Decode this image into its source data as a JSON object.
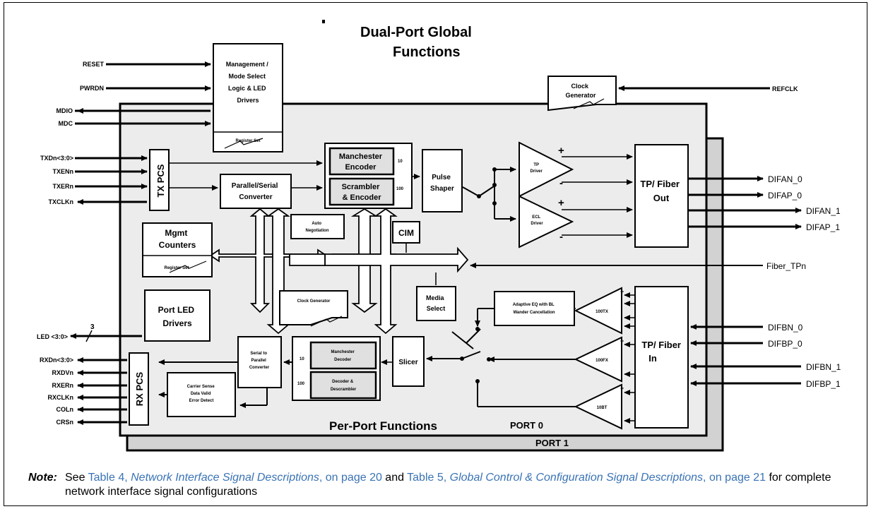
{
  "title_line1": "Dual-Port Global",
  "title_line2": "Functions",
  "left_inputs": [
    "RESET",
    "PWRDN",
    "MDIO",
    "MDC"
  ],
  "tx_signals": [
    "TXDn<3:0>",
    "TXENn",
    "TXERn",
    "TXCLKn"
  ],
  "led_label": "LED <3:0>",
  "led_bus_width": "3",
  "rx_signals": [
    "RXDn<3:0>",
    "RXDVn",
    "RXERn",
    "RXCLKn",
    "COLn",
    "CRSn"
  ],
  "right_outputs": [
    "DIFAN_0",
    "DIFAP_0",
    "DIFAN_1",
    "DIFAP_1"
  ],
  "fiber_tp": "Fiber_TPn",
  "right_inputs": [
    "DIFBN_0",
    "DIFBP_0",
    "DIFBN_1",
    "DIFBP_1"
  ],
  "refclk": "REFCLK",
  "blocks": {
    "mgmt_mode": [
      "Management /",
      "Mode Select",
      "Logic & LED",
      "Drivers"
    ],
    "register_set": "Register Set",
    "clock_generator_global": [
      "Clock",
      "Generator"
    ],
    "tx_pcs": "TX PCS",
    "rx_pcs": "RX PCS",
    "manchester_encoder": [
      "Manchester",
      "Encoder"
    ],
    "scrambler_encoder": [
      "Scrambler",
      "& Encoder"
    ],
    "rate_10": "10",
    "rate_100": "100",
    "parallel_serial": [
      "Parallel/Serial",
      "Converter"
    ],
    "pulse_shaper": [
      "Pulse",
      "Shaper"
    ],
    "tp_driver": [
      "TP",
      "Driver"
    ],
    "ecl_driver": [
      "ECL",
      "Driver"
    ],
    "tp_fiber_out": [
      "TP/ Fiber",
      "Out"
    ],
    "tp_fiber_in": [
      "TP/ Fiber",
      "In"
    ],
    "mgmt_counters": [
      "Mgmt",
      "Counters"
    ],
    "auto_negotiation": [
      "Auto",
      "Negotiation"
    ],
    "cim": "CIM",
    "clock_generator_port": "Clock Generator",
    "media_select": [
      "Media",
      "Select"
    ],
    "port_led_drivers": [
      "Port LED",
      "Drivers"
    ],
    "adaptive_eq": [
      "Adaptive EQ with BL",
      "Wander Cancellation"
    ],
    "rx_100tx": "100TX",
    "rx_100fx": "100FX",
    "rx_10bt": "10BT",
    "serial_parallel": [
      "Serial to",
      "Parallel",
      "Converter"
    ],
    "manchester_decoder": [
      "Manchester",
      "Decoder"
    ],
    "decoder_descrambler": [
      "Decoder &",
      "Descrambler"
    ],
    "slicer": "Slicer",
    "carrier_sense": [
      "Carrier Sense",
      "Data Valid",
      "Error Detect"
    ]
  },
  "per_port_functions": "Per-Port Functions",
  "port0": "PORT 0",
  "port1": "PORT 1",
  "plus": "+",
  "minus": "-",
  "note": {
    "label": "Note:",
    "see": "See ",
    "table4": "Table 4, ",
    "table4_title": "Network Interface Signal Descriptions",
    "table4_page": ", on page 20",
    "and": " and ",
    "table5": "Table 5, ",
    "table5_title": "Global Control & Configuration Signal Descriptions",
    "table5_page": ", on page 21",
    "tail": " for complete network interface signal configurations"
  }
}
